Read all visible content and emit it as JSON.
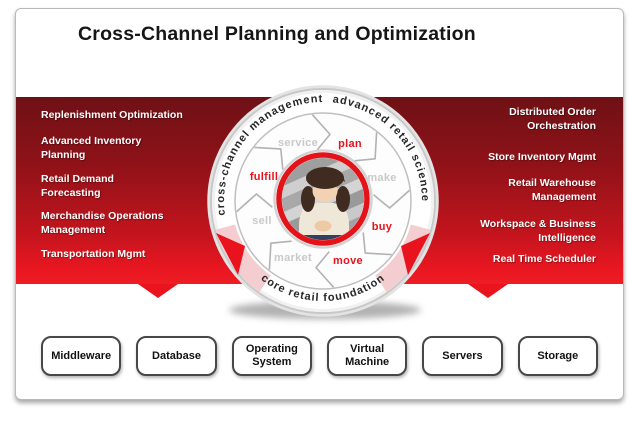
{
  "page": {
    "title": "Cross-Channel Planning and Optimization"
  },
  "left_panel": {
    "items": [
      {
        "label": "Replenishment Optimization"
      },
      {
        "label": "Advanced Inventory\nPlanning"
      },
      {
        "label": "Retail Demand\nForecasting"
      },
      {
        "label": "Merchandise Operations\nManagement"
      },
      {
        "label": "Transportation Mgmt"
      }
    ]
  },
  "right_panel": {
    "items": [
      {
        "label": "Distributed Order\nOrchestration"
      },
      {
        "label": "Store Inventory Mgmt"
      },
      {
        "label": "Retail Warehouse\nManagement"
      },
      {
        "label": "Workspace & Business\nIntelligence"
      },
      {
        "label": "Real Time Scheduler"
      }
    ]
  },
  "wheel": {
    "arcs": {
      "top_left": "cross-channel management",
      "top_right": "advanced retail science",
      "bottom": "core retail foundation"
    },
    "segments": [
      {
        "label": "plan",
        "color": "#e8131d"
      },
      {
        "label": "make",
        "color": "#c9c9c9"
      },
      {
        "label": "buy",
        "color": "#e8131d"
      },
      {
        "label": "move",
        "color": "#e8131d"
      },
      {
        "label": "market",
        "color": "#c9c9c9"
      },
      {
        "label": "sell",
        "color": "#c9c9c9"
      },
      {
        "label": "fulfill",
        "color": "#e8131d"
      },
      {
        "label": "service",
        "color": "#c9c9c9"
      }
    ],
    "center_image": "woman offering with outstretched hands"
  },
  "infrastructure": {
    "boxes": [
      {
        "label": "Middleware"
      },
      {
        "label": "Database"
      },
      {
        "label": "Operating\nSystem"
      },
      {
        "label": "Virtual\nMachine"
      },
      {
        "label": "Servers"
      },
      {
        "label": "Storage"
      }
    ]
  },
  "colors": {
    "accent_red": "#e8131d",
    "band_dark_red": "#6e1116",
    "pink": "#f3cdd0"
  }
}
